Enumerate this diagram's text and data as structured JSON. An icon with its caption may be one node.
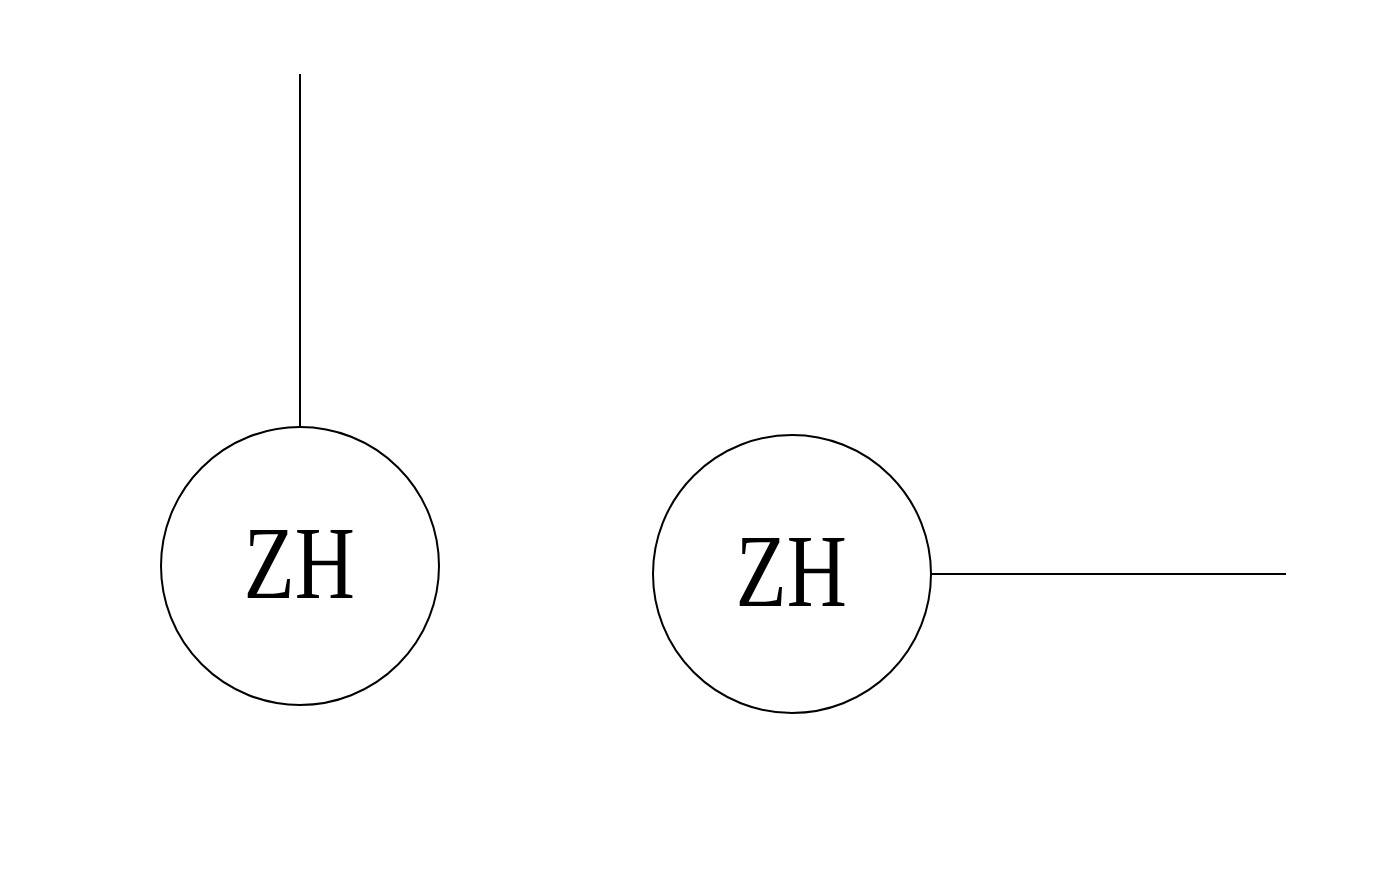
{
  "diagram": {
    "nodes": [
      {
        "text": [
          "ZH"
        ]
      },
      {
        "text": [
          "ZH"
        ]
      }
    ],
    "edges": [
      {
        "from": 0,
        "to": null,
        "arrow": "none"
      },
      {
        "from": 1,
        "to": null,
        "arrow": "none"
      }
    ]
  }
}
